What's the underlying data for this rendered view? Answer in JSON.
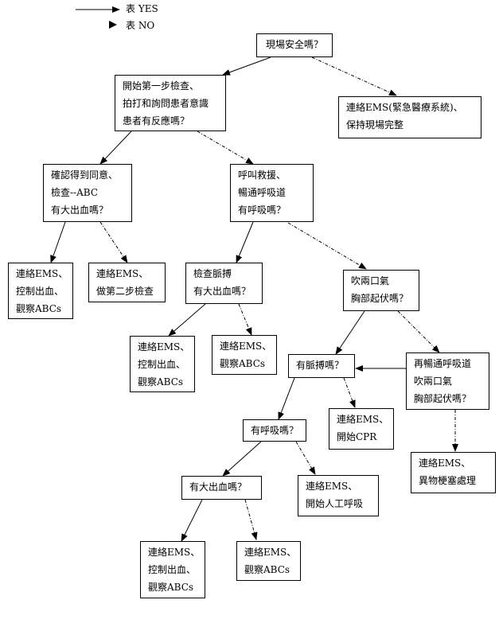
{
  "legend": {
    "yes_label": "表 YES",
    "no_label": "表 NO"
  },
  "nodes": {
    "scene_safe": [
      "現場安全嗎？"
    ],
    "call_ems_secure": [
      "連絡EMS(緊急醫療系統)、",
      "保持現場完整"
    ],
    "first_check": [
      "開始第一步檢查、",
      "拍打和詢問患者意識",
      "患者有反應嗎？"
    ],
    "consent_check": [
      "確認得到同意、",
      "檢查--ABC",
      "有大出血嗎？"
    ],
    "call_help": [
      "呼叫救援、",
      "暢通呼吸道",
      "有呼吸嗎？"
    ],
    "ems_control_bleed_1": [
      "連絡EMS、",
      "控制出血、",
      "觀察ABCs"
    ],
    "ems_second_check": [
      "連絡EMS、",
      "做第二步檢查"
    ],
    "check_pulse_bleed": [
      "檢查脈搏",
      "有大出血嗎？"
    ],
    "two_breaths": [
      "吹兩口氣",
      "胸部起伏嗎？"
    ],
    "ems_control_bleed_2": [
      "連絡EMS、",
      "控制出血、",
      "觀察ABCs"
    ],
    "ems_observe_1": [
      "連絡EMS、",
      "觀察ABCs"
    ],
    "has_pulse": [
      "有脈搏嗎？"
    ],
    "reopen_airway": [
      "再暢通呼吸道",
      "吹兩口氣",
      "胸部起伏嗎？"
    ],
    "ems_cpr": [
      "連絡EMS、",
      "開始CPR"
    ],
    "has_breathing": [
      "有呼吸嗎？"
    ],
    "ems_obstruction": [
      "連絡EMS、",
      "異物梗塞處理"
    ],
    "major_bleeding": [
      "有大出血嗎？"
    ],
    "ems_rescue_breathing": [
      "連絡EMS、",
      "開始人工呼吸"
    ],
    "ems_control_bleed_3": [
      "連絡EMS、",
      "控制出血、",
      "觀察ABCs"
    ],
    "ems_observe_2": [
      "連絡EMS、",
      "觀察ABCs"
    ]
  }
}
